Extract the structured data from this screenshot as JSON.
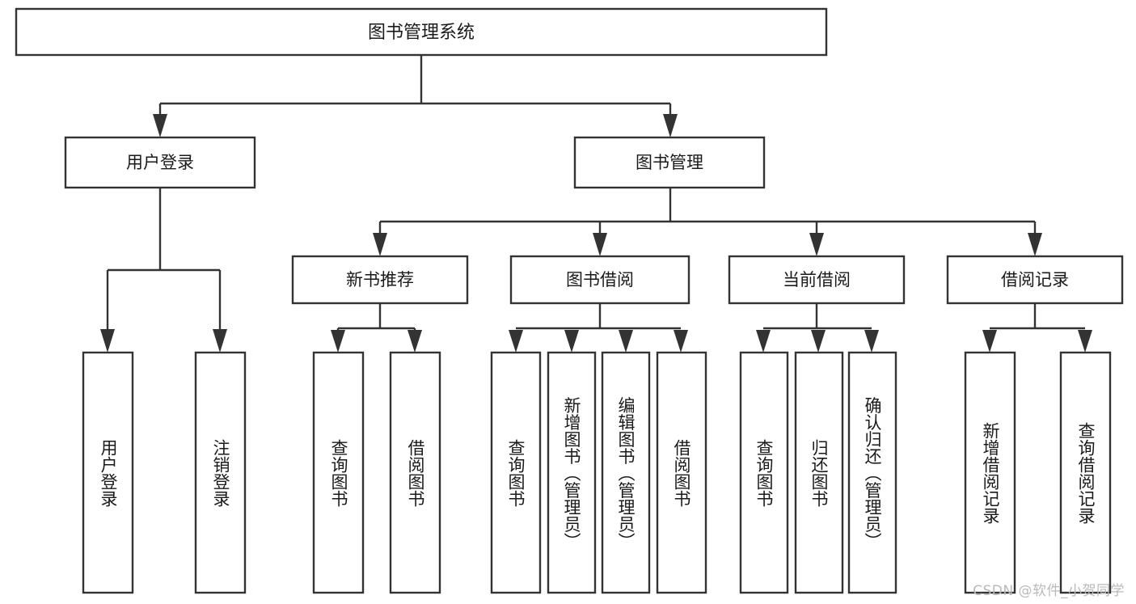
{
  "diagram": {
    "title": "图书管理系统",
    "type": "tree-hierarchy-chart",
    "watermark": "CSDN @软件_小贺同学",
    "colors": {
      "box_fill": "#ffffff",
      "box_stroke": "#333333",
      "text": "#1a1a1a",
      "background": "#ffffff",
      "watermark": "#b9b9b9"
    },
    "root": {
      "label": "图书管理系统"
    },
    "level2": [
      {
        "label": "用户登录"
      },
      {
        "label": "图书管理"
      }
    ],
    "level3": [
      {
        "label": "新书推荐"
      },
      {
        "label": "图书借阅"
      },
      {
        "label": "当前借阅"
      },
      {
        "label": "借阅记录"
      }
    ],
    "leaves": {
      "user_login": [
        {
          "label": "用户登录"
        },
        {
          "label": "注销登录"
        }
      ],
      "new_book_rec": [
        {
          "label": "查询图书"
        },
        {
          "label": "借阅图书"
        }
      ],
      "book_borrow": [
        {
          "label": "查询图书"
        },
        {
          "label": "新增图书（管理员）"
        },
        {
          "label": "编辑图书（管理员）"
        },
        {
          "label": "借阅图书"
        }
      ],
      "current_borrow": [
        {
          "label": "查询图书"
        },
        {
          "label": "归还图书"
        },
        {
          "label": "确认归还（管理员）"
        }
      ],
      "borrow_record": [
        {
          "label": "新增借阅记录"
        },
        {
          "label": "查询借阅记录"
        }
      ]
    }
  }
}
